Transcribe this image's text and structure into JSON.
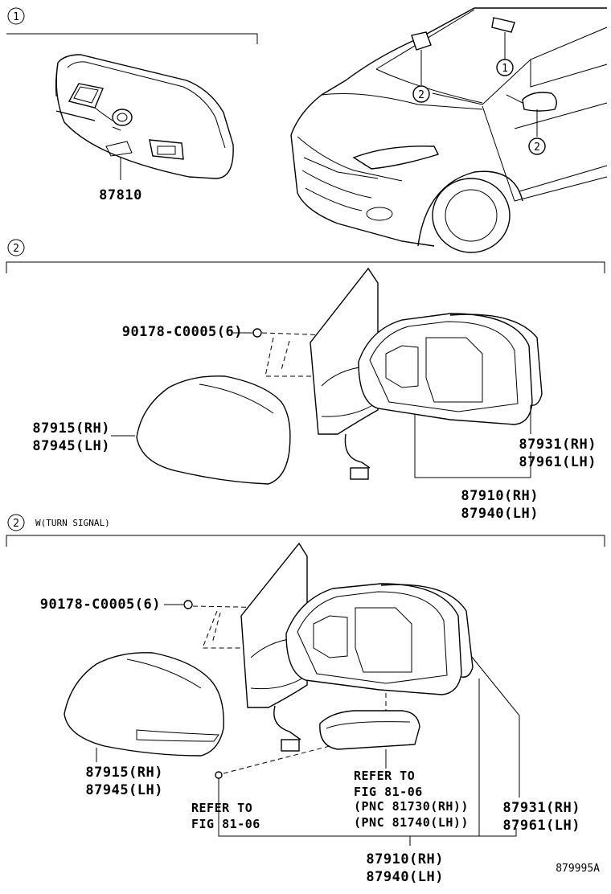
{
  "sections": [
    {
      "badge": "1",
      "subtitle": ""
    },
    {
      "badge": "2",
      "subtitle": ""
    },
    {
      "badge": "2",
      "subtitle": "W(TURN SIGNAL)"
    }
  ],
  "car_callouts": [
    "1",
    "2",
    "2"
  ],
  "section1": {
    "inner_mirror": "87810"
  },
  "section2": {
    "screw": "90178-C0005(6)",
    "cover_rh": "87915(RH)",
    "cover_lh": "87945(LH)",
    "housing_rh": "87931(RH)",
    "housing_lh": "87961(LH)",
    "assy_rh": "87910(RH)",
    "assy_lh": "87940(LH)"
  },
  "section3": {
    "screw": "90178-C0005(6)",
    "cover_rh": "87915(RH)",
    "cover_lh": "87945(LH)",
    "refer_left_1": "REFER TO",
    "refer_left_2": "FIG 81-06",
    "refer_right_1": "REFER TO",
    "refer_right_2": "FIG 81-06",
    "pnc_rh": "(PNC 81730(RH))",
    "pnc_lh": "(PNC 81740(LH))",
    "housing_rh": "87931(RH)",
    "housing_lh": "87961(LH)",
    "assy_rh": "87910(RH)",
    "assy_lh": "87940(LH)"
  },
  "figure_id": "879995A"
}
